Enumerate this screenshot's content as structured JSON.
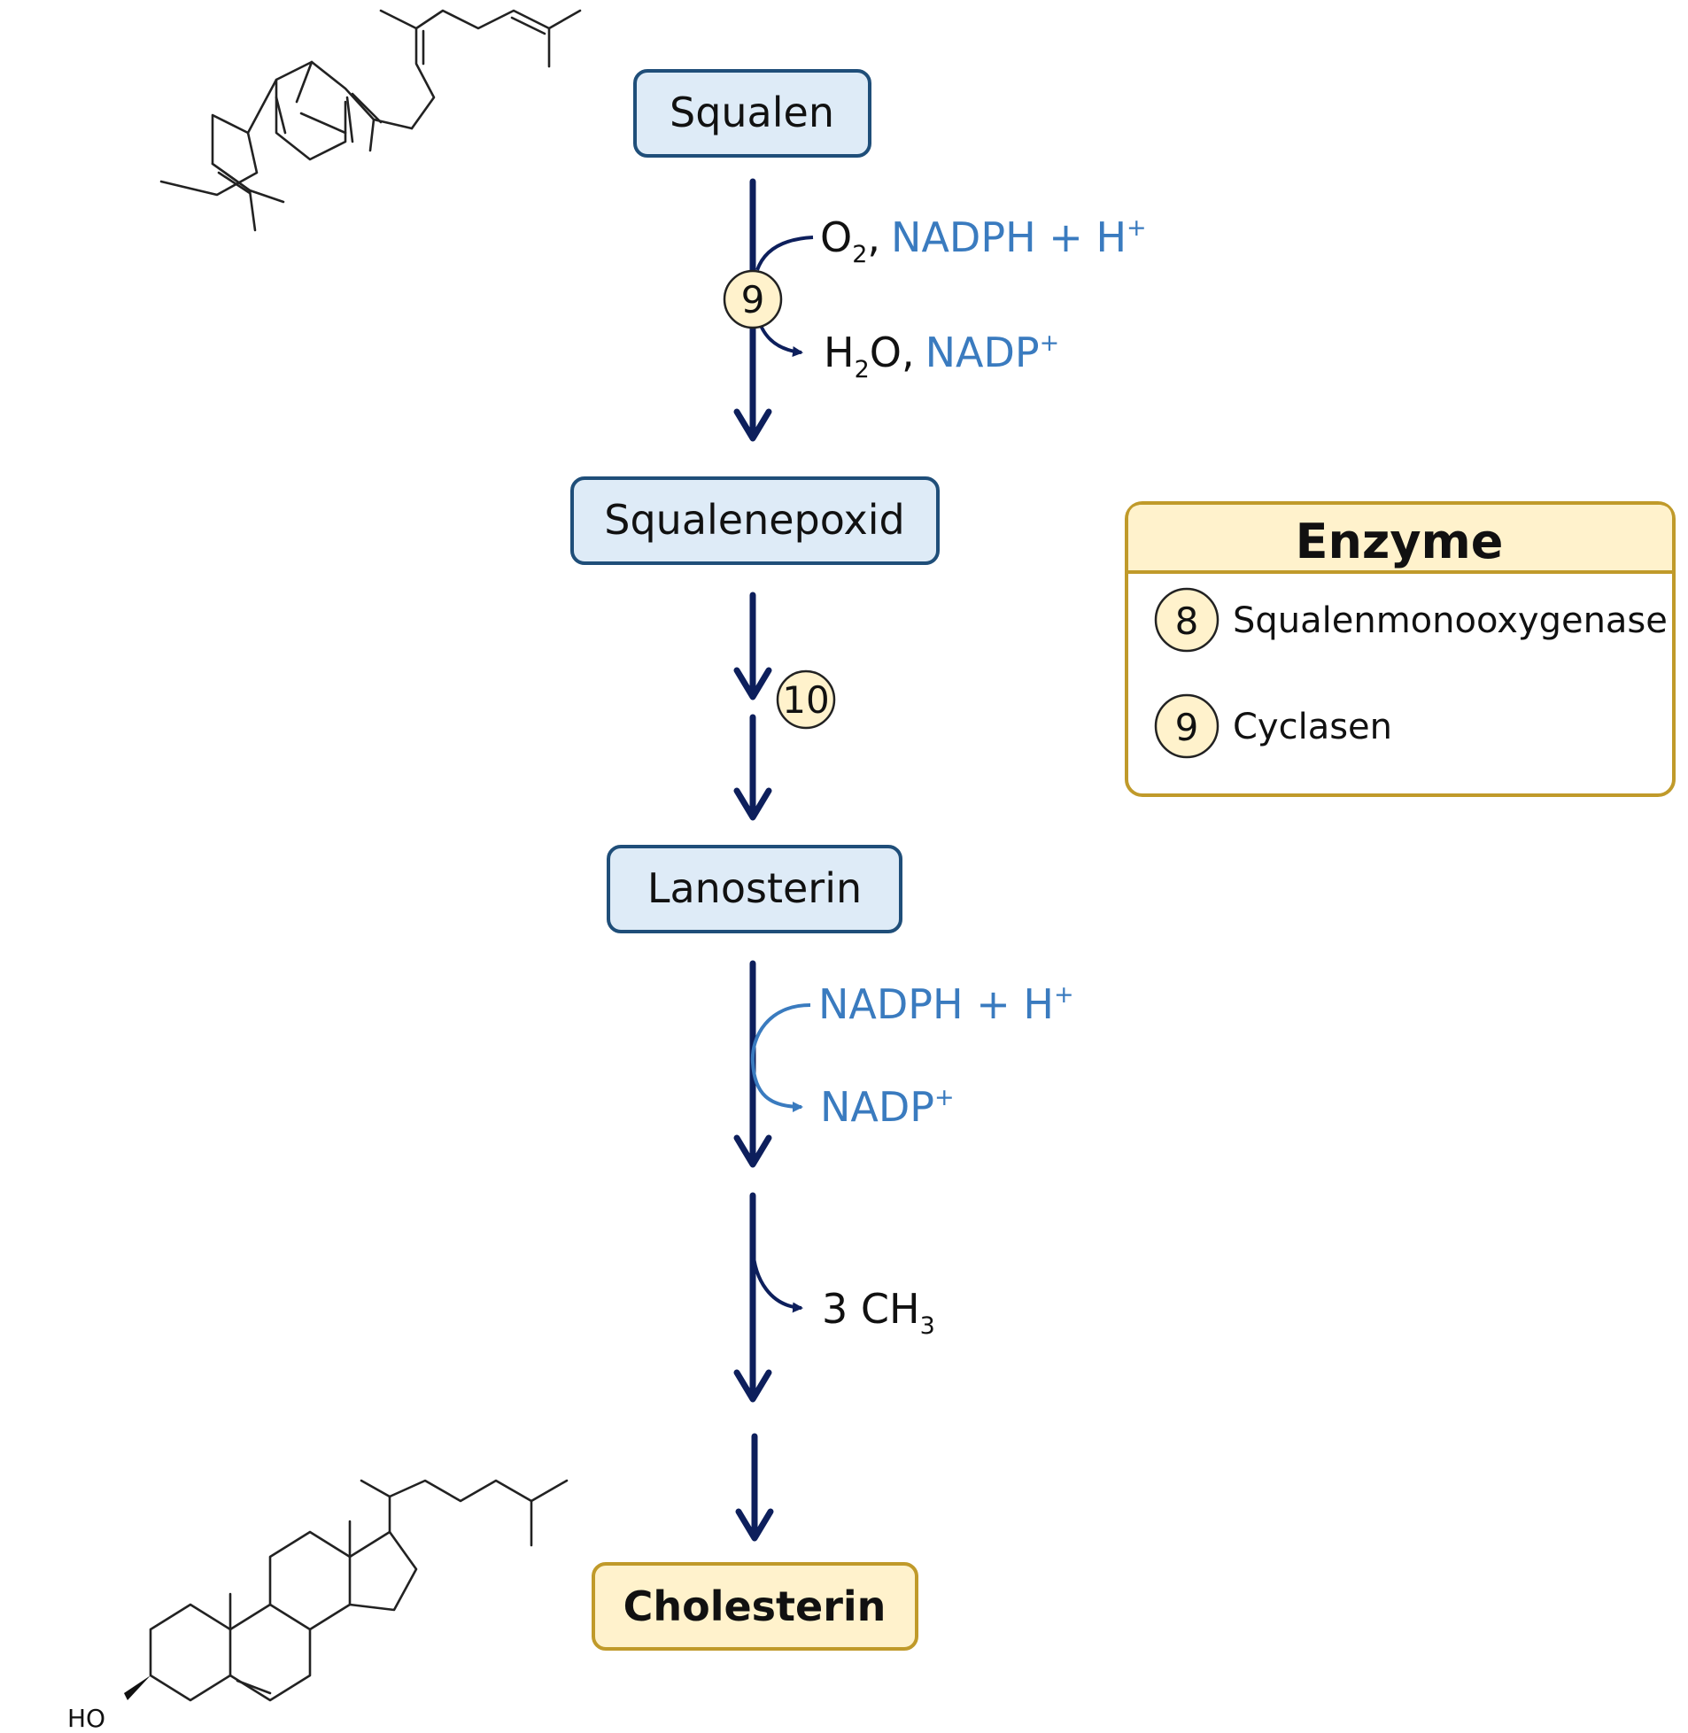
{
  "nodes": {
    "squalen": "Squalen",
    "squalenepoxid": "Squalenepoxid",
    "lanosterin": "Lanosterin",
    "cholesterin": "Cholesterin"
  },
  "step1": {
    "enzyme": "9",
    "in_o": "O",
    "in_o_sub": "2",
    "in_comma": ",",
    "in_cofactor": "NADPH + H",
    "in_cofactor_sup": "+",
    "out_h": "H",
    "out_h_sub": "2",
    "out_o": "O,",
    "out_cofactor": "NADP",
    "out_cofactor_sup": "+"
  },
  "step2": {
    "enzyme": "10"
  },
  "step3": {
    "in_cofactor": "NADPH + H",
    "in_cofactor_sup": "+",
    "out_cofactor": "NADP",
    "out_cofactor_sup": "+"
  },
  "step4": {
    "out_prefix": "3 CH",
    "out_sub": "3"
  },
  "legend": {
    "title": "Enzyme",
    "items": [
      {
        "number": "8",
        "label": "Squalenmonooxygenase"
      },
      {
        "number": "9",
        "label": "Cyclasen"
      }
    ]
  },
  "structure": {
    "ho_label": "HO"
  },
  "colors": {
    "node_fill": "#deebf7",
    "node_stroke": "#1f4e79",
    "product_fill": "#fff2cc",
    "product_stroke": "#c09a2a",
    "arrow": "#0d1f5c",
    "cofactor_blue": "#3a7bbf",
    "enzyme_fill": "#fff2cc"
  }
}
